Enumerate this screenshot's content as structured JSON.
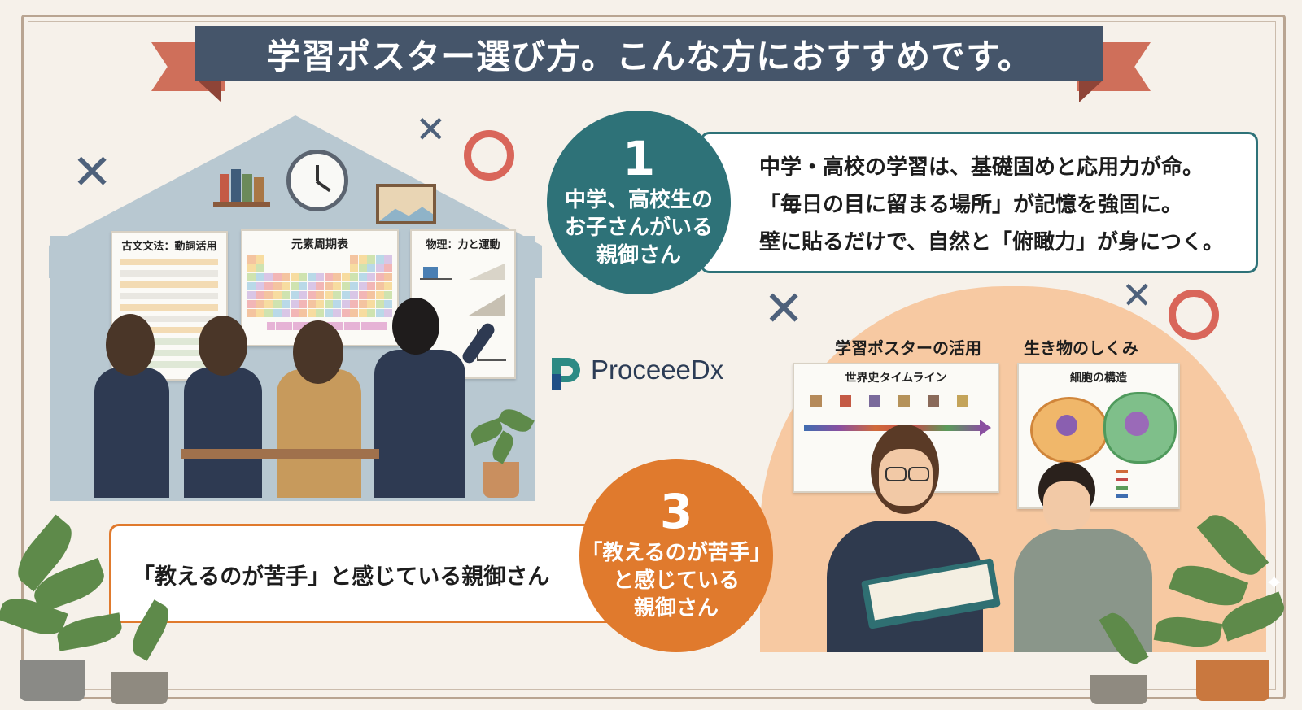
{
  "banner": {
    "title": "学習ポスター選び方。こんな方におすすめです。"
  },
  "house_posters": {
    "kobun": "古文文法：動詞活用",
    "periodic": "元素周期表",
    "physics": "物理：力と運動"
  },
  "point1": {
    "number": "1",
    "label_lines": [
      "中学、高校生の",
      "お子さんがいる",
      "親御さん"
    ],
    "desc_lines": [
      "中学・高校の学習は、基礎固めと応用力が命。",
      "「毎日の目に留まる場所」が記憶を強固に。",
      "壁に貼るだけで、自然と「俯瞰力」が身につく。"
    ]
  },
  "brand": {
    "name": "ProceeeDx"
  },
  "point3": {
    "number": "3",
    "label_lines": [
      "「教えるのが苦手」",
      "と感じている",
      "親御さん"
    ],
    "desc": "「教えるのが苦手」と感じている親御さん"
  },
  "right_scene": {
    "heading_left": "学習ポスターの活用",
    "heading_right": "生き物のしくみ",
    "poster_history": "世界史タイムライン",
    "poster_cell": "細胞の構造"
  },
  "colors": {
    "banner": "#45556a",
    "teal": "#2e7278",
    "orange": "#e07a2d",
    "accent_red": "#d9665a"
  }
}
